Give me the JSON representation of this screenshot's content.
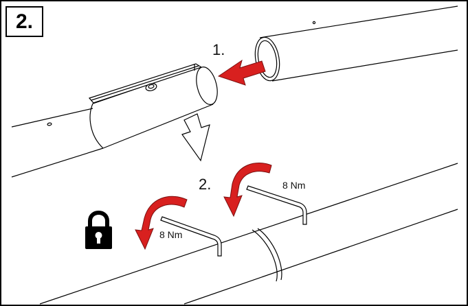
{
  "step_number": "2.",
  "labels": {
    "sub_step_1": "1.",
    "sub_step_2": "2.",
    "torque_right": "8 Nm",
    "torque_left": "8 Nm"
  },
  "icons": {
    "insert_arrow": "red-arrow-icon",
    "down_arrow": "outline-down-arrow-icon",
    "rotate_arrows": "red-rotate-arrow-icon",
    "hex_keys": "hex-key-icon",
    "lock": "lock-icon"
  },
  "colors": {
    "arrow_red": "#d8201f",
    "line": "#000000",
    "background": "#ffffff"
  }
}
